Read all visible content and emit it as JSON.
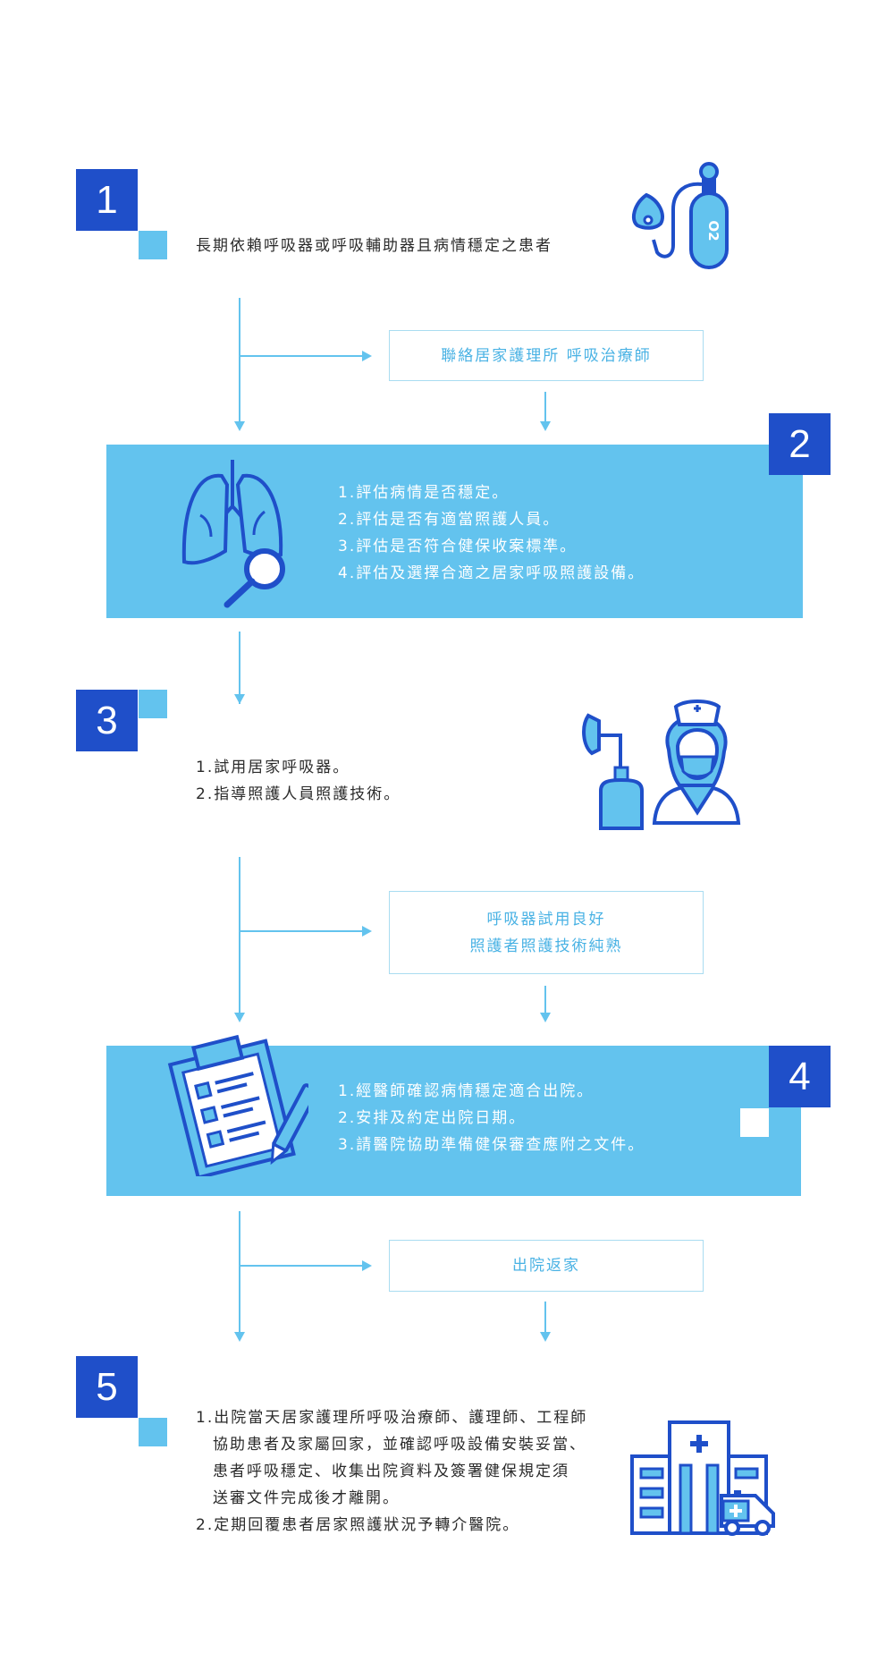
{
  "steps": [
    {
      "number": "1",
      "lines": [
        "長期依賴呼吸器或呼吸輔助器且病情穩定之患者"
      ]
    },
    {
      "number": "2",
      "lines": [
        "1.評估病情是否穩定。",
        "2.評估是否有適當照護人員。",
        "3.評估是否符合健保收案標準。",
        "4.評估及選擇合適之居家呼吸照護設備。"
      ]
    },
    {
      "number": "3",
      "lines": [
        "1.試用居家呼吸器。",
        "2.指導照護人員照護技術。"
      ]
    },
    {
      "number": "4",
      "lines": [
        "1.經醫師確認病情穩定適合出院。",
        "2.安排及約定出院日期。",
        "3.請醫院協助準備健保審查應附之文件。"
      ]
    },
    {
      "number": "5",
      "lines": [
        "1.出院當天居家護理所呼吸治療師、護理師、工程師",
        "協助患者及家屬回家，並確認呼吸設備安裝妥當、",
        "患者呼吸穩定、收集出院資料及簽署健保規定須",
        "送審文件完成後才離開。",
        "2.定期回覆患者居家照護狀況予轉介醫院。"
      ]
    }
  ],
  "outcomes": [
    {
      "lines": [
        "聯絡居家護理所 呼吸治療師"
      ]
    },
    {
      "lines": [
        "呼吸器試用良好",
        "照護者照護技術純熟"
      ]
    },
    {
      "lines": [
        "出院返家"
      ]
    }
  ],
  "icons": [
    "oxygen-tank-icon",
    "lungs-magnifier-icon",
    "nurse-ventilator-icon",
    "clipboard-pen-icon",
    "hospital-ambulance-icon"
  ],
  "icon_texts": {
    "o2": "O2"
  },
  "colors": {
    "dark_blue": "#1f4fc9",
    "light_blue": "#63c3ee",
    "text": "#2b2b2b",
    "outcome_text": "#49b2e4"
  }
}
